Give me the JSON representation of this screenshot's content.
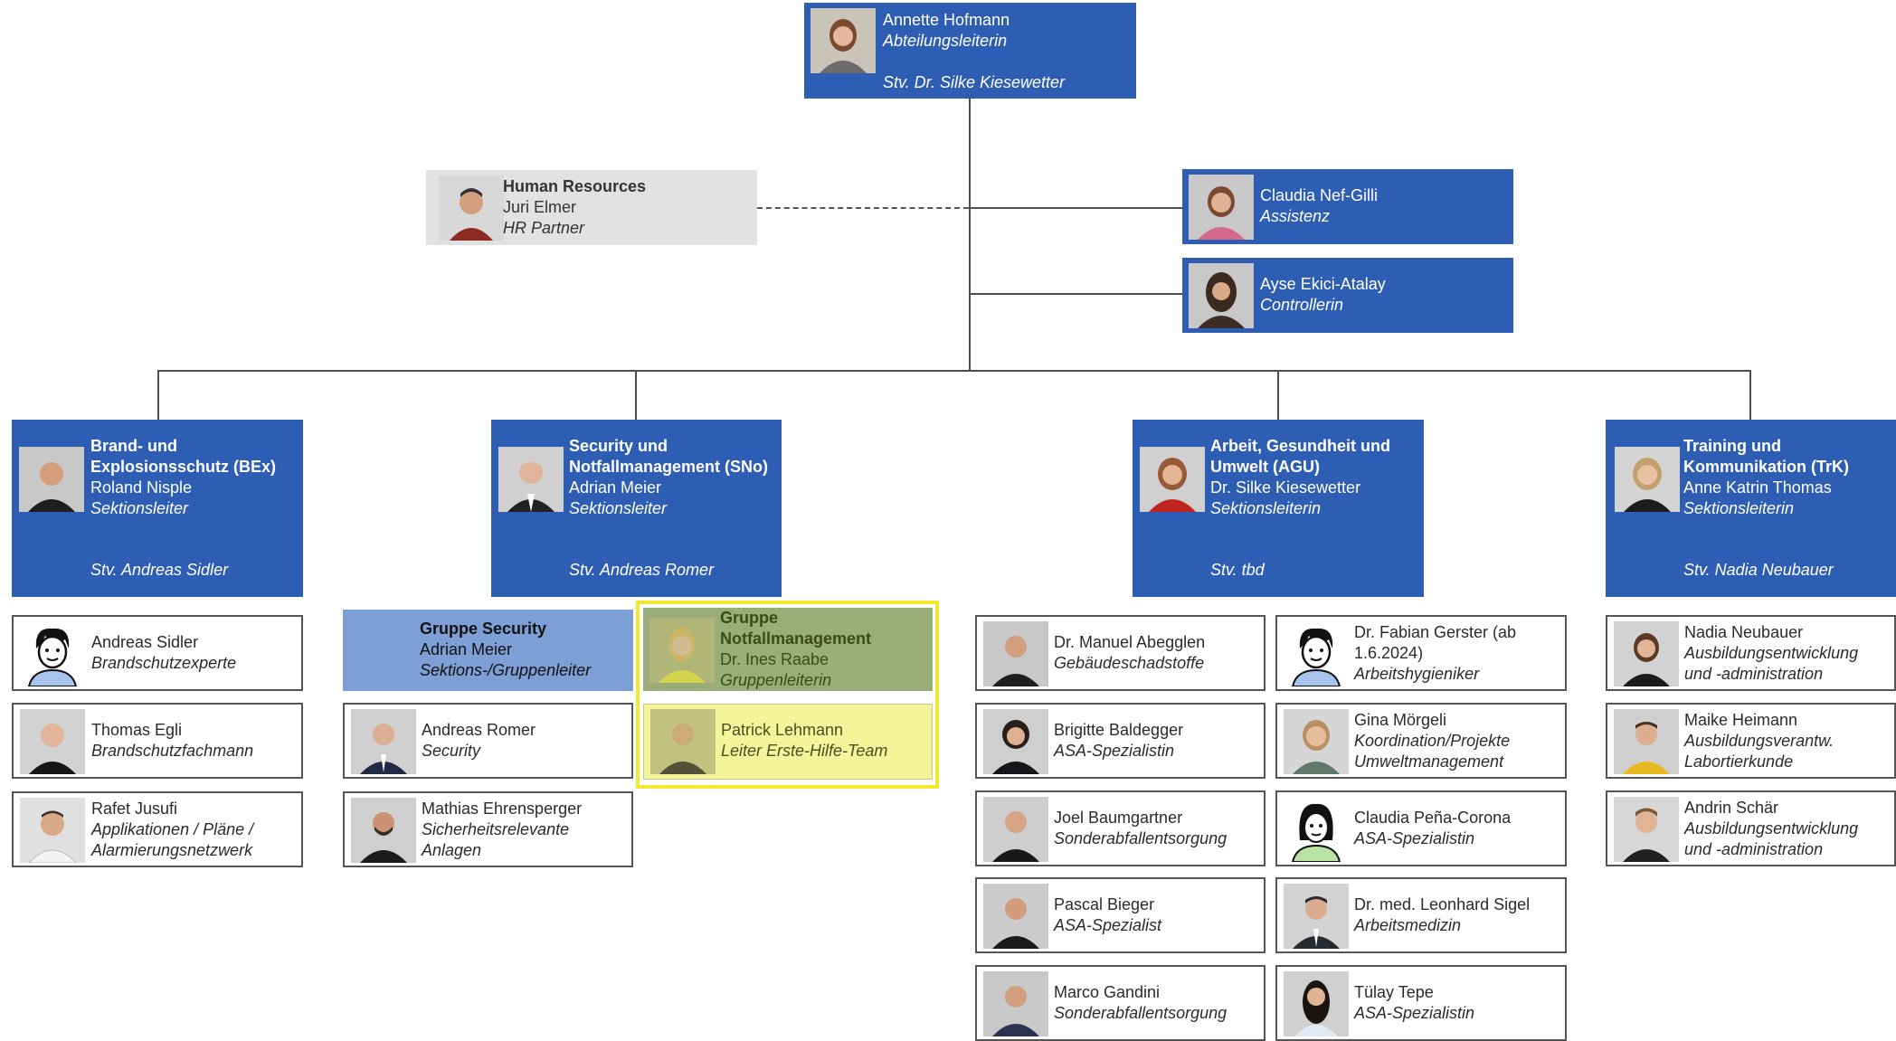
{
  "head": {
    "name": "Annette Hofmann",
    "role": "Abteilungsleiterin",
    "deputy": "Stv. Dr. Silke Kiesewetter"
  },
  "hr": {
    "title": "Human Resources",
    "name": "Juri Elmer",
    "role": "HR Partner"
  },
  "staff": [
    {
      "name": "Claudia Nef-Gilli",
      "role": "Assistenz"
    },
    {
      "name": "Ayse Ekici-Atalay",
      "role": "Controllerin"
    }
  ],
  "sections": [
    {
      "title1": "Brand- und",
      "title2": "Explosionsschutz (BEx)",
      "name": "Roland Nisple",
      "role": "Sektionsleiter",
      "deputy": "Stv. Andreas Sidler"
    },
    {
      "title1": "Security und",
      "title2": "Notfallmanagement (SNo)",
      "name": "Adrian Meier",
      "role": "Sektionsleiter",
      "deputy": "Stv. Andreas Romer"
    },
    {
      "title1": "Arbeit, Gesundheit und",
      "title2": "Umwelt (AGU)",
      "name": "Dr. Silke Kiesewetter",
      "role": "Sektionsleiterin",
      "deputy": "Stv.  tbd"
    },
    {
      "title1": "Training und",
      "title2": "Kommunikation (TrK)",
      "name": "Anne Katrin Thomas",
      "role": "Sektionsleiterin",
      "deputy": "Stv. Nadia Neubauer"
    }
  ],
  "bex": [
    {
      "name": "Andreas Sidler",
      "role1": "Brandschutzexperte",
      "role2": ""
    },
    {
      "name": "Thomas Egli",
      "role1": "Brandschutzfachmann",
      "role2": ""
    },
    {
      "name": "Rafet Jusufi",
      "role1": "Applikationen / Pläne /",
      "role2": "Alarmierungsnetzwerk"
    }
  ],
  "security_group": {
    "title": "Gruppe Security",
    "name": "Adrian Meier",
    "role": "Sektions-/Gruppenleiter"
  },
  "security": [
    {
      "name": "Andreas Romer",
      "role1": "Security",
      "role2": ""
    },
    {
      "name": "Mathias Ehrensperger",
      "role1": "Sicherheitsrelevante",
      "role2": "Anlagen"
    }
  ],
  "emergency_group": {
    "title1": "Gruppe",
    "title2": "Notfallmanagement",
    "name": "Dr. Ines Raabe",
    "role": "Gruppenleiterin"
  },
  "emergency": [
    {
      "name": "Patrick Lehmann",
      "role": "Leiter Erste-Hilfe-Team"
    }
  ],
  "agu_left": [
    {
      "name": "Dr. Manuel Abegglen",
      "role1": "Gebäudeschadstoffe",
      "role2": ""
    },
    {
      "name": "Brigitte Baldegger",
      "role1": "ASA-Spezialistin",
      "role2": ""
    },
    {
      "name": "Joel Baumgartner",
      "role1": "Sonderabfallentsorgung",
      "role2": ""
    },
    {
      "name": "Pascal Bieger",
      "role1": "ASA-Spezialist",
      "role2": ""
    },
    {
      "name": "Marco Gandini",
      "role1": "Sonderabfallentsorgung",
      "role2": ""
    }
  ],
  "agu_right": [
    {
      "name": "Dr. Fabian Gerster (ab",
      "name2": "1.6.2024)",
      "role1": "Arbeitshygieniker",
      "role2": ""
    },
    {
      "name": "Gina Mörgeli",
      "name2": "",
      "role1": "Koordination/Projekte",
      "role2": "Umweltmanagement"
    },
    {
      "name": "Claudia Peña-Corona",
      "name2": "",
      "role1": "ASA-Spezialistin",
      "role2": ""
    },
    {
      "name": "Dr. med. Leonhard Sigel",
      "name2": "",
      "role1": "Arbeitsmedizin",
      "role2": ""
    },
    {
      "name": "Tülay Tepe",
      "name2": "",
      "role1": "ASA-Spezialistin",
      "role2": ""
    }
  ],
  "trk": [
    {
      "name": "Nadia Neubauer",
      "role1": "Ausbildungsentwicklung",
      "role2": "und -administration"
    },
    {
      "name": "Maike Heimann",
      "role1": "Ausbildungsverantw.",
      "role2": "Labortierkunde"
    },
    {
      "name": "Andrin Schär",
      "role1": "Ausbildungsentwicklung",
      "role2": "und -administration"
    }
  ],
  "colors": {
    "section_blue": "#2e5eb3",
    "group_blue": "#7d9fd6",
    "group_green": "#99ad79",
    "highlight_yellow": "#f4f49a",
    "frame_yellow": "#f2ea2e",
    "hr_grey": "#e2e2e2"
  },
  "icons": [
    "person-photo",
    "person-cartoon-icon"
  ]
}
